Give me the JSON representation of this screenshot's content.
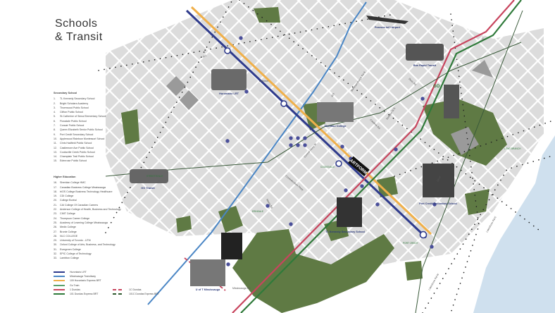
{
  "title": "Schools\n& Transit",
  "secondary": {
    "heading": "Secondary School",
    "items": [
      "TL Kennedy Secondary School",
      "Bright Scholars Academy",
      "Thornwood Public School",
      "Clifton Public School",
      "St.Catherine of Siena Elementary School",
      "Floradale Public School",
      "Corsair Public School",
      "Queen Elizabeth Senior Public School",
      "Port Credit Secondary School",
      "Applewood Rainbow Montessori School",
      "Chris Hadfield Public School",
      "Castlemore Ave Public School",
      "Cooksville Creek Public School",
      "Champlain Trail Public School",
      "Edenrose Public School"
    ]
  },
  "higher": {
    "heading": "Higher Education",
    "items": [
      "Sheridan College HMC",
      "Canadian Business College Mississauga",
      "triOS College Business Technology Healthcare",
      "CDI College",
      "College Boréal",
      "CAI College Of Canadian Careers",
      "Anderson College of Health, Business and Technology",
      "CIMT College",
      "Thompson Career College",
      "Academy of Learning College Mississauga",
      "Medix College",
      "Bronte College",
      "NLC COLLEGE",
      "University of Toronto - UTM",
      "Oxford College of Arts, Business, and Technology",
      "Evergreen College",
      "EPIC College of Technology",
      "Lambton College"
    ]
  },
  "transit_legend": [
    {
      "label": "Hurontario LRT",
      "color": "#2e3a8c",
      "dash": false
    },
    {
      "label": "Mississauga Transitway",
      "color": "#4a86c5",
      "dash": false
    },
    {
      "label": "109 Hurontario Express BRT",
      "color": "#f0b04a",
      "dash": false
    },
    {
      "label": "Go Train",
      "color": "#5aa06a",
      "dash": false
    },
    {
      "label": "1 Dundas",
      "color": "#c8455e",
      "dash": false
    },
    {
      "label": "101 Dundas Express BRT",
      "color": "#2f7a3a",
      "dash": false
    },
    {
      "label": "1C Dundas",
      "color": "#c8455e",
      "dash": true
    },
    {
      "label": "101C Dundas Express BRT",
      "color": "#2f5a2f",
      "dash": true
    }
  ],
  "places": {
    "lrt": "Hurontario LRT",
    "sheridan": "Sheridan College",
    "airport": "Pearson Int'l Airport",
    "brt": "Bus Rapid Transit",
    "go": "GO Transit",
    "utm": "U of T Mississauga",
    "tlk": "TL Kennedy\nSecondary School",
    "pcs": "Port Credit\nSecondary School",
    "artform": "ARTFORM"
  },
  "stations": {
    "streetsville": "STREETSVILLE",
    "cooksville": "COOKSVILLE",
    "erindale": "ERINDALE",
    "port_credit": "PORT CREDIT",
    "long_branch": "LONG BRANCH",
    "go": "GO"
  },
  "roads": {
    "r403": "403",
    "r401": "401",
    "r427": "427",
    "burnhamthorpe": "Burnhamthorpe Rd E",
    "dixie": "Dixie Rd",
    "dundas": "Dundas St E",
    "cawthra": "Cawthra Rd",
    "confed": "Confederation Pkwy",
    "mavis": "Mavis Rd",
    "qew": "QEW",
    "lakeshore_w": "Lakeshore Rd W",
    "lakeshore_e": "Lakeshore Rd E",
    "mississauga_rd": "Mississauga Rd",
    "eglinton": "Eglinton",
    "central": "Central Pkwy W"
  }
}
